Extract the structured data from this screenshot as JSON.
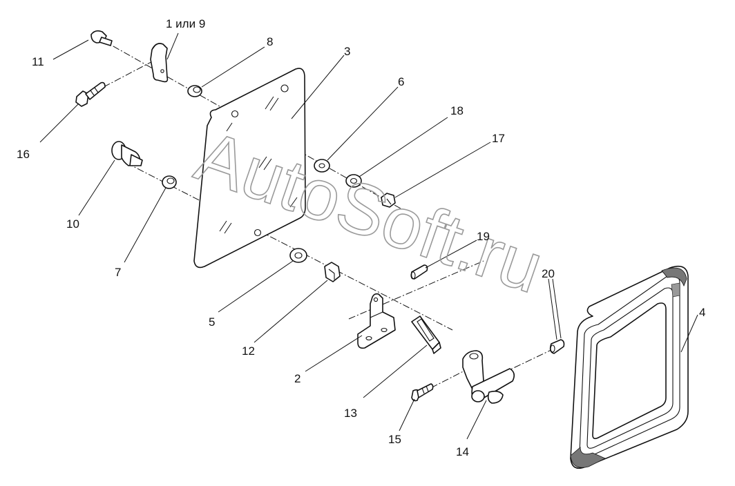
{
  "watermark": "AutoSoft.ru",
  "labels": {
    "p1or9": "1 или 9",
    "p2": "2",
    "p3": "3",
    "p4": "4",
    "p5": "5",
    "p6": "6",
    "p7": "7",
    "p8": "8",
    "p10": "10",
    "p11": "11",
    "p12": "12",
    "p13": "13",
    "p14": "14",
    "p15": "15",
    "p16": "16",
    "p17": "17",
    "p18": "18",
    "p19": "19",
    "p20": "20"
  }
}
